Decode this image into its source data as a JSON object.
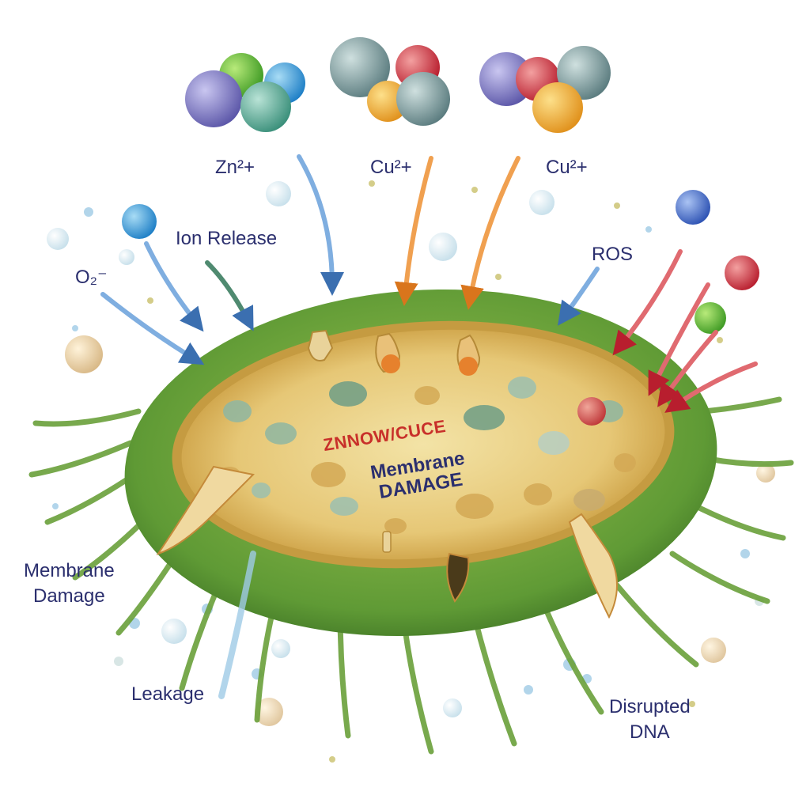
{
  "labels": {
    "zn_ion": "Zn²+",
    "cu_ion_1": "Cu²+",
    "cu_ion_2": "Cu²+",
    "ion_release": "Ion Release",
    "ros": "ROS",
    "superoxide": "O₂⁻",
    "membrane_damage_left_1": "Membrane",
    "membrane_damage_left_2": "Damage",
    "leakage": "Leakage",
    "disrupted_1": "Disrupted",
    "disrupted_2": "DNA",
    "center_compound": "ZNNOW/CUCE",
    "center_damage_1": "Membrane",
    "center_damage_2": "DAMAGE"
  },
  "colors": {
    "cell_outer": "#5f9a35",
    "cell_inner": "#e8d08a",
    "arrow_blue": "#5b8fc9",
    "arrow_orange": "#e58a2e",
    "arrow_red": "#c8303a",
    "text": "#2b2f6e"
  }
}
